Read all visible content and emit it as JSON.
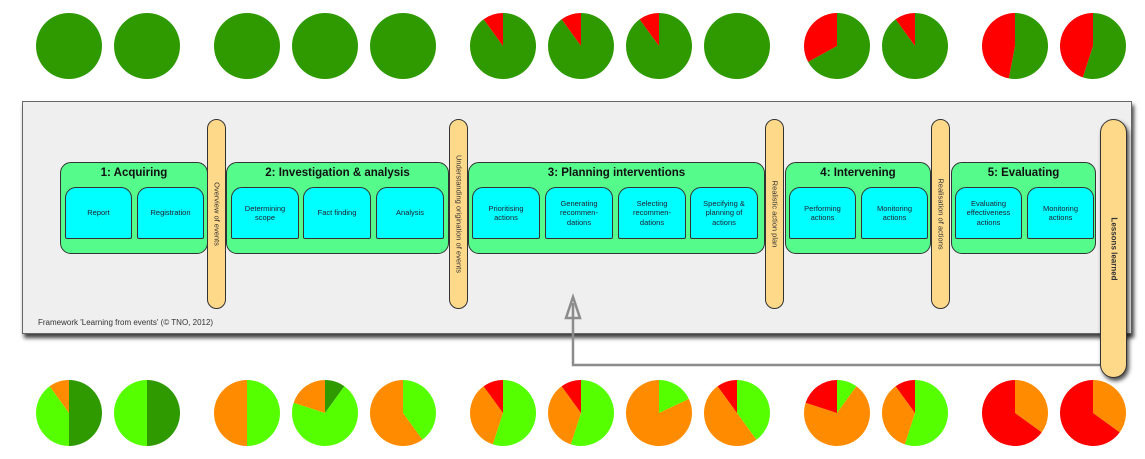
{
  "diagram": {
    "footnote": "Framework 'Learning from events' (© TNO, 2012)",
    "phases": [
      {
        "title": "1: Acquiring",
        "steps": [
          "Report",
          "Registration"
        ]
      },
      {
        "title": "2: Investigation & analysis",
        "steps": [
          "Determining\nscope",
          "Fact finding",
          "Analysis"
        ]
      },
      {
        "title": "3: Planning interventions",
        "steps": [
          "Prioritising\nactions",
          "Generating\nrecommen-\ndations",
          "Selecting\nrecommen-\ndations",
          "Specifying &\nplanning of\nactions"
        ]
      },
      {
        "title": "4: Intervening",
        "steps": [
          "Performing\nactions",
          "Monitoring\nactions"
        ]
      },
      {
        "title": "5: Evaluating",
        "steps": [
          "Evaluating\neffectiveness\nactions",
          "Monitoring\nactions"
        ]
      }
    ],
    "transitions": [
      "Overview of events",
      "Understanding origination of events",
      "Realistic action plan",
      "Realisation of actions",
      "Lessons learned"
    ]
  },
  "colors": {
    "dark_green": "#2e9a00",
    "lime": "#55ff00",
    "orange": "#ff8c00",
    "red": "#ff0000",
    "phase_fill": "#55fb8b",
    "step_fill": "#00ffff",
    "transition_fill": "#ffd98a",
    "arrow": "#8c8c8c"
  },
  "chart_data": [
    {
      "type": "pie",
      "title": "Top row scores per step",
      "slice_order": "clockwise from 12 o'clock",
      "categories": [
        "Report",
        "Registration",
        "Determining scope",
        "Fact finding",
        "Analysis",
        "Prioritising actions",
        "Generating recommendations",
        "Selecting recommendations",
        "Specifying & planning of actions",
        "Performing actions",
        "Monitoring actions (4)",
        "Evaluating effectiveness actions",
        "Monitoring actions (5)"
      ],
      "series_colors": {
        "green": "#2e9a00",
        "red": "#ff0000"
      },
      "pies": [
        {
          "green": 100,
          "red": 0
        },
        {
          "green": 100,
          "red": 0
        },
        {
          "green": 100,
          "red": 0
        },
        {
          "green": 100,
          "red": 0
        },
        {
          "green": 100,
          "red": 0
        },
        {
          "green": 90,
          "red": 10
        },
        {
          "green": 90,
          "red": 10
        },
        {
          "green": 90,
          "red": 10
        },
        {
          "green": 100,
          "red": 0
        },
        {
          "green": 67,
          "red": 33
        },
        {
          "green": 90,
          "red": 10
        },
        {
          "green": 53,
          "red": 47
        },
        {
          "green": 55,
          "red": 45
        }
      ]
    },
    {
      "type": "pie",
      "title": "Bottom row scores per step",
      "slice_order": "clockwise from 12 o'clock",
      "categories": [
        "Report",
        "Registration",
        "Determining scope",
        "Fact finding",
        "Analysis",
        "Prioritising actions",
        "Generating recommendations",
        "Selecting recommendations",
        "Specifying & planning of actions",
        "Performing actions",
        "Monitoring actions (4)",
        "Evaluating effectiveness actions",
        "Monitoring actions (5)"
      ],
      "series_colors": {
        "dark_green": "#2e9a00",
        "lime": "#55ff00",
        "orange": "#ff8c00",
        "red": "#ff0000"
      },
      "pies": [
        [
          {
            "s": "dark_green",
            "v": 50
          },
          {
            "s": "lime",
            "v": 40
          },
          {
            "s": "orange",
            "v": 10
          }
        ],
        [
          {
            "s": "dark_green",
            "v": 50
          },
          {
            "s": "lime",
            "v": 50
          }
        ],
        [
          {
            "s": "lime",
            "v": 50
          },
          {
            "s": "orange",
            "v": 50
          }
        ],
        [
          {
            "s": "dark_green",
            "v": 10
          },
          {
            "s": "lime",
            "v": 70
          },
          {
            "s": "orange",
            "v": 20
          }
        ],
        [
          {
            "s": "lime",
            "v": 40
          },
          {
            "s": "orange",
            "v": 60
          }
        ],
        [
          {
            "s": "lime",
            "v": 55
          },
          {
            "s": "orange",
            "v": 35
          },
          {
            "s": "red",
            "v": 10
          }
        ],
        [
          {
            "s": "lime",
            "v": 55
          },
          {
            "s": "orange",
            "v": 35
          },
          {
            "s": "red",
            "v": 10
          }
        ],
        [
          {
            "s": "lime",
            "v": 18
          },
          {
            "s": "orange",
            "v": 82
          }
        ],
        [
          {
            "s": "lime",
            "v": 40
          },
          {
            "s": "orange",
            "v": 50
          },
          {
            "s": "red",
            "v": 10
          }
        ],
        [
          {
            "s": "lime",
            "v": 10
          },
          {
            "s": "orange",
            "v": 70
          },
          {
            "s": "red",
            "v": 20
          }
        ],
        [
          {
            "s": "lime",
            "v": 55
          },
          {
            "s": "orange",
            "v": 35
          },
          {
            "s": "red",
            "v": 10
          }
        ],
        [
          {
            "s": "orange",
            "v": 35
          },
          {
            "s": "red",
            "v": 65
          }
        ],
        [
          {
            "s": "orange",
            "v": 35
          },
          {
            "s": "red",
            "v": 65
          }
        ]
      ]
    }
  ]
}
